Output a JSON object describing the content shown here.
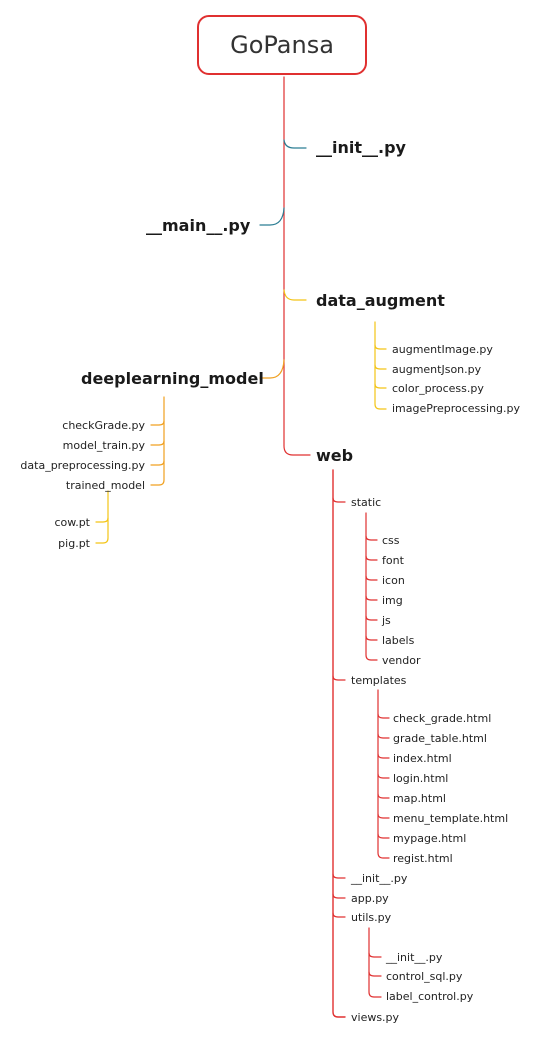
{
  "root": "GoPansa",
  "colors": {
    "red": "#e03030",
    "teal": "#2b7d93",
    "orange": "#f0a020",
    "yellow": "#f3c416"
  },
  "nodes": {
    "init": "__init__.py",
    "main": "__main__.py",
    "data_augment": "data_augment",
    "deeplearning_model": "deeplearning_model",
    "web": "web"
  },
  "data_augment_files": [
    "augmentImage.py",
    "augmentJson.py",
    "color_process.py",
    "imagePreprocessing.py"
  ],
  "dl_files": [
    "checkGrade.py",
    "model_train.py",
    "data_preprocessing.py",
    "trained_model"
  ],
  "trained_model_files": [
    "cow.pt",
    "pig.pt"
  ],
  "web_items": [
    "static",
    "templates",
    "__init__.py",
    "app.py",
    "utils.py",
    "views.py"
  ],
  "static_items": [
    "css",
    "font",
    "icon",
    "img",
    "js",
    "labels",
    "vendor"
  ],
  "template_items": [
    "check_grade.html",
    "grade_table.html",
    "index.html",
    "login.html",
    "map.html",
    "menu_template.html",
    "mypage.html",
    "regist.html"
  ],
  "utils_items": [
    "__init__.py",
    "control_sql.py",
    "label_control.py"
  ]
}
